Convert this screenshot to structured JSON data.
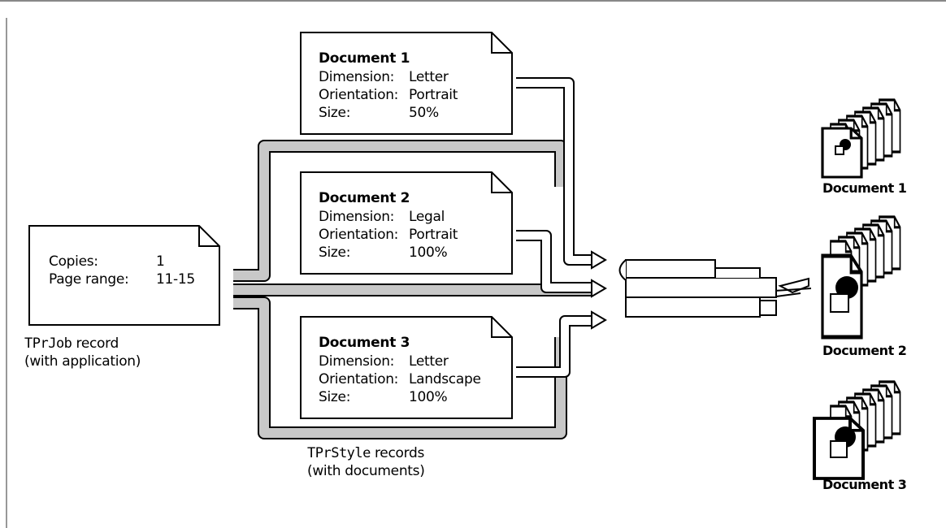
{
  "job": {
    "copies_label": "Copies:",
    "copies_value": "1",
    "range_label": "Page range:",
    "range_value": "11-15",
    "caption_code": "TPrJob",
    "caption_rest": " record",
    "caption_line2": "(with application)"
  },
  "documents": [
    {
      "title": "Document 1",
      "dimension_label": "Dimension:",
      "dimension": "Letter",
      "orientation_label": "Orientation:",
      "orientation": "Portrait",
      "size_label": "Size:",
      "size": "50%"
    },
    {
      "title": "Document 2",
      "dimension_label": "Dimension:",
      "dimension": "Legal",
      "orientation_label": "Orientation:",
      "orientation": "Portrait",
      "size_label": "Size:",
      "size": "100%"
    },
    {
      "title": "Document 3",
      "dimension_label": "Dimension:",
      "dimension": "Letter",
      "orientation_label": "Orientation:",
      "orientation": "Landscape",
      "size_label": "Size:",
      "size": "100%"
    }
  ],
  "style_caption": {
    "code": "TPrStyle",
    "rest": " records",
    "line2": "(with documents)"
  },
  "outputs": [
    "Document 1",
    "Document 2",
    "Document 3"
  ]
}
